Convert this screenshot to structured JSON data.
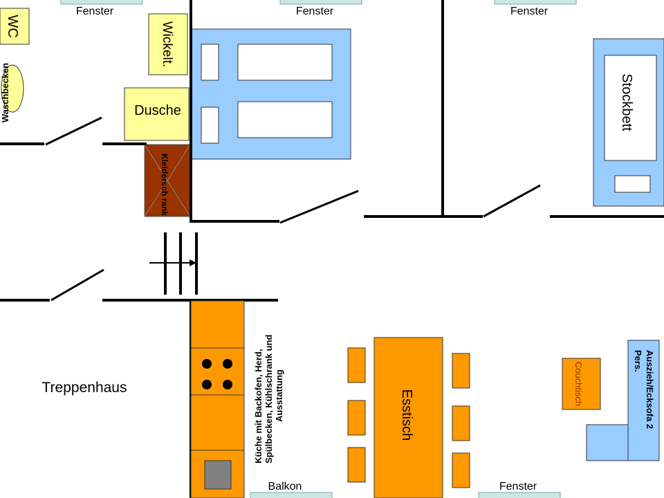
{
  "labels": {
    "wc": "WC",
    "waschbecken": "Waschbecken",
    "wickeltisch": "Wickelt.",
    "dusche": "Dusche",
    "kleiderschrank": "Kleidersch rank",
    "stockbett": "Stockbett",
    "treppenhaus": "Treppenhaus",
    "kueche_line1": "Küche mit Backofen, Herd,",
    "kueche_line2": "Spülbecken, Kühlschrank und",
    "kueche_line3": "Ausstattung",
    "esstisch": "Esstisch",
    "couchtisch": "Couchtisch",
    "sofa_line1": "Auszieh/Ecksofa 2",
    "sofa_line2": "Pers.",
    "balkon": "Balkon"
  },
  "windows": [
    {
      "id": "fenster-1",
      "label": "Fenster"
    },
    {
      "id": "fenster-2",
      "label": "Fenster"
    },
    {
      "id": "fenster-3",
      "label": "Fenster"
    },
    {
      "id": "fenster-4",
      "label": "Fenster"
    }
  ],
  "colors": {
    "blue_furniture": "#99ccff",
    "yellow_furniture": "#ffff99",
    "orange_furniture": "#ff9900",
    "wardrobe_brown": "#993300",
    "window_fill": "#cce6e6",
    "wall": "#000000"
  }
}
